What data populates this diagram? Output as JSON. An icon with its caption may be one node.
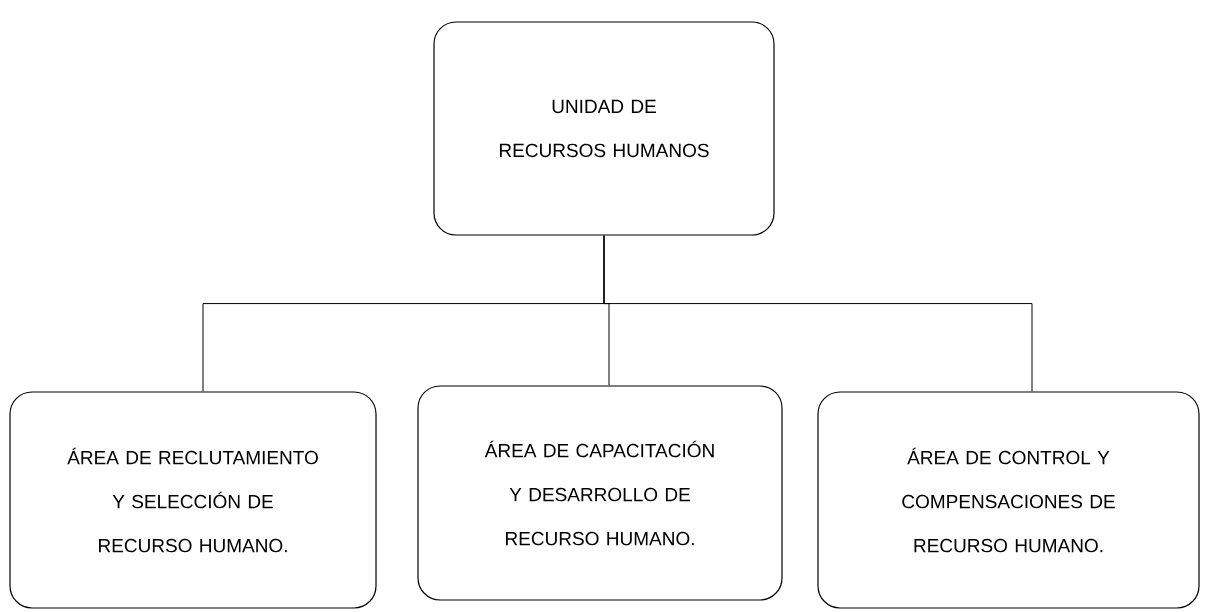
{
  "diagram": {
    "nodes": [
      {
        "text": [
          "UNIDAD DE RECURSOS HUMANOS"
        ]
      },
      {
        "text": [
          "ÁREA DE RECLUTAMIENTO Y SELECCIÓN DE RECURSO HUMANO."
        ]
      },
      {
        "text": [
          "ÁREA DE CAPACITACIÓN Y DESARROLLO DE RECURSO HUMANO."
        ]
      },
      {
        "text": [
          "ÁREA DE CONTROL Y COMPENSACIONES DE RECURSO HUMANO."
        ]
      }
    ],
    "edges": [
      {
        "from": 0,
        "to": 1,
        "arrow": "none"
      },
      {
        "from": 0,
        "to": 2,
        "arrow": "none"
      },
      {
        "from": 0,
        "to": 3,
        "arrow": "none"
      }
    ]
  }
}
